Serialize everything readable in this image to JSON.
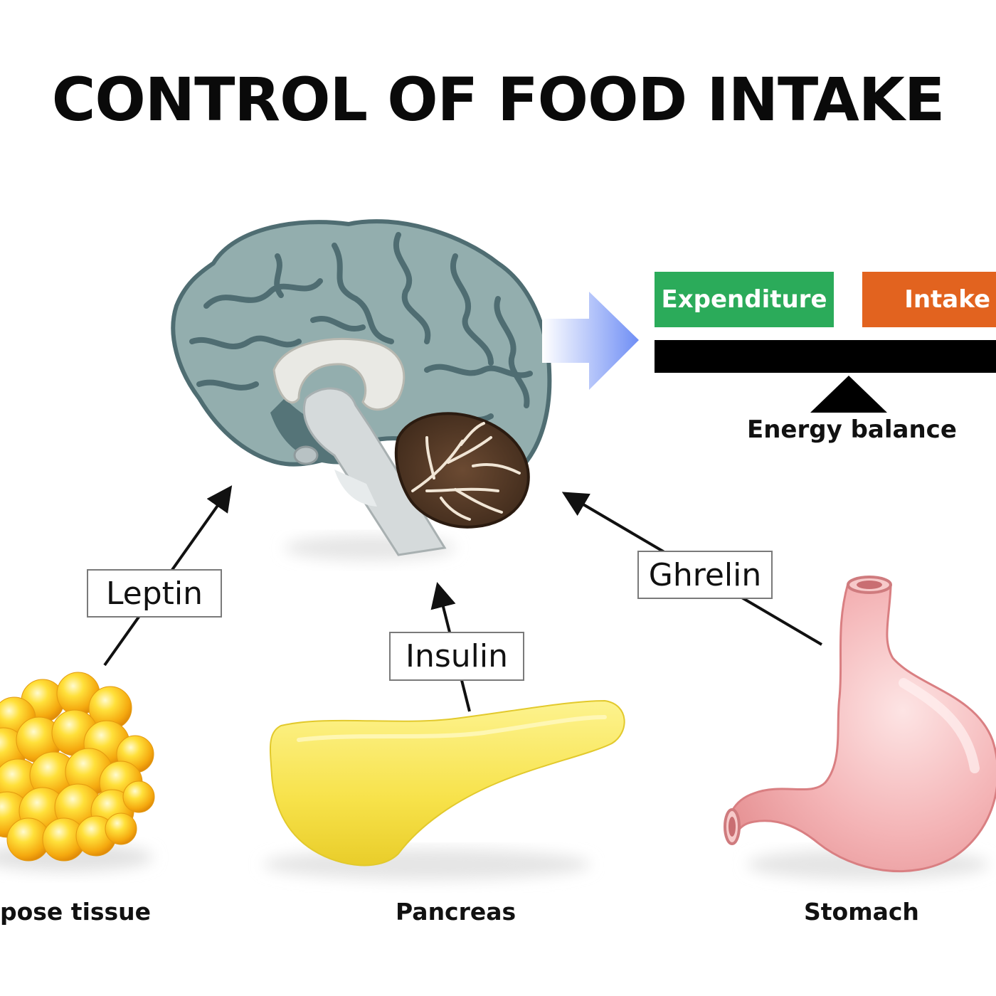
{
  "title": "CONTROL OF FOOD INTAKE",
  "hormones": {
    "leptin": "Leptin",
    "insulin": "Insulin",
    "ghrelin": "Ghrelin"
  },
  "organs": {
    "adipose": "pose tissue",
    "pancreas": "Pancreas",
    "stomach": "Stomach"
  },
  "balance": {
    "expenditure": "Expenditure",
    "intake": "Intake",
    "label": "Energy balance",
    "expenditure_color": "#2bab5a",
    "intake_color": "#e2631f"
  },
  "icons": [
    "brain-icon",
    "adipose-tissue-icon",
    "pancreas-icon",
    "stomach-icon",
    "scale-icon",
    "right-arrow-icon"
  ]
}
